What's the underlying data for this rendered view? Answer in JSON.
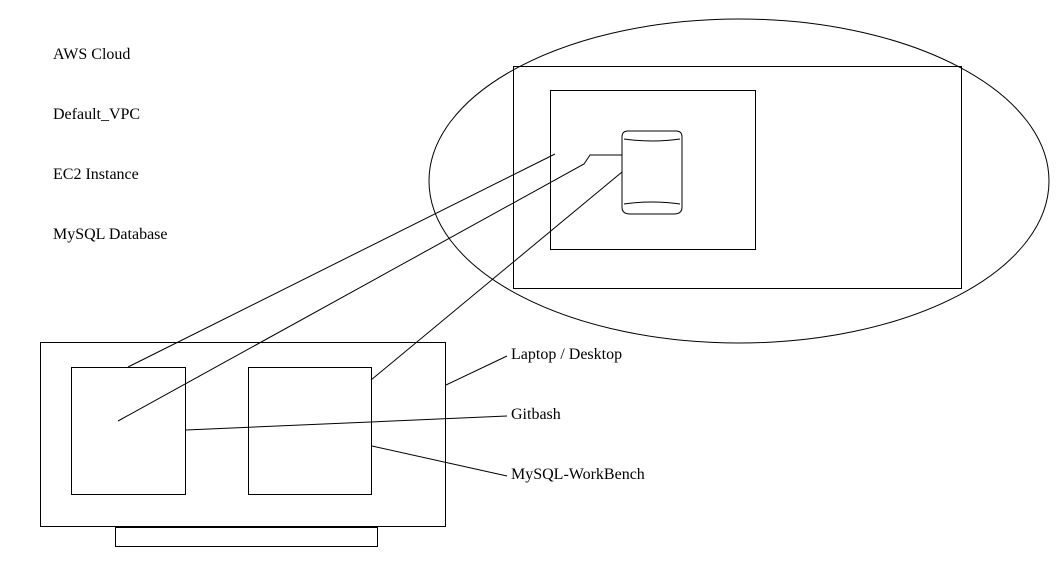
{
  "legend": {
    "aws_cloud": "AWS Cloud",
    "default_vpc": "Default_VPC",
    "ec2_instance": "EC2 Instance",
    "mysql_database": "MySQL Database"
  },
  "callouts": {
    "laptop_desktop": "Laptop / Desktop",
    "gitbash": "Gitbash",
    "mysql_workbench": "MySQL-WorkBench"
  },
  "colors": {
    "line": "#000000",
    "background": "#ffffff"
  }
}
